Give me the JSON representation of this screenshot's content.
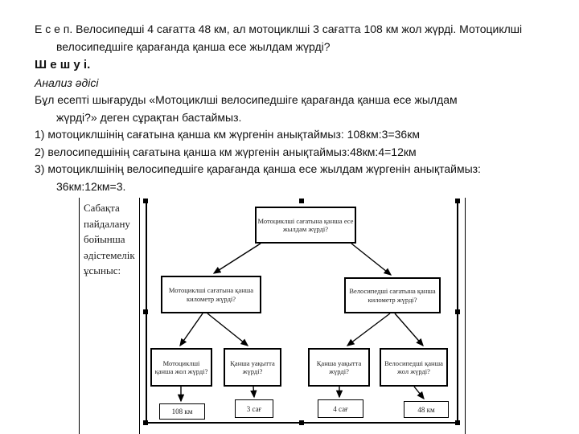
{
  "text": {
    "l1": "Е с е п. Велосипедші 4 сағатта 48 км, ал мотоциклші 3 сағатта 108 км жол жүрді. Мотоциклші",
    "l2": "велосипедшіге қарағанда қанша есе жылдам жүрді?",
    "l3": "Ш е ш у і.",
    "l4": "Анализ әдісі",
    "l5": "Бұл есепті шығаруды «Мотоциклші велосипедшіге қарағанда қанша есе жылдам",
    "l6": "жүрді?» деген сұрақтан бастаймыз.",
    "l7": "1) мотоциклшінің сағатына қанша км жүргенін анықтаймыз: 108км:3=36км",
    "l8": "2) велосипедшінің сағатына қанша км жүргенін анықтаймыз:48км:4=12км",
    "l9": "3) мотоциклшінің велосипедшіге қарағанда қанша есе жылдам жүргенін анықтаймыз:",
    "l10": "36км:12км=3."
  },
  "sidebar": {
    "note": "Сабақта\nпайдалану\nбойынша\nәдістемелік\nұсыныс:"
  },
  "flowchart": {
    "root": "Мотоциклші сағатына қанша есе\nжылдам жүрді?",
    "mid_left": "Мотоциклші сағатына қанша\nкилометр жүрді?",
    "mid_right": "Велосипедші сағатына қанша\nкилометр жүрді?",
    "b1": "Мотоциклші\nқанша жол жүрді?",
    "b2": "Қанша уақытта\nжүрді?",
    "b3": "Қанша уақытта\nжүрді?",
    "b4": "Велосипедші қанша\nжол жүрді?",
    "v1": "108 км",
    "v2": "3 сағ",
    "v3": "4 сағ",
    "v4": "48 км"
  },
  "colors": {
    "text": "#000000",
    "background": "#ffffff",
    "line": "#000000"
  }
}
